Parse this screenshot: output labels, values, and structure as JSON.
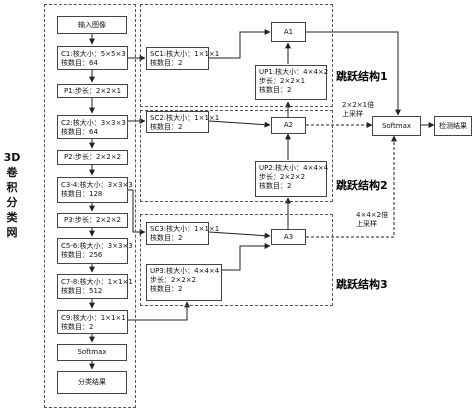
{
  "network": {
    "side_title": [
      "3D",
      "卷",
      "积",
      "分",
      "类",
      "网"
    ],
    "input": "输入图像",
    "c1": [
      "C1:核大小：5×5×3",
      "核数目：64"
    ],
    "p1": "P1:步长：2×2×1",
    "c2": [
      "C2:核大小：3×3×3",
      "核数目：64"
    ],
    "p2": "P2:步长：2×2×2",
    "c34": [
      "C3-4:核大小：3×3×3",
      "核数目：128"
    ],
    "p3": "P3:步长：2×2×2",
    "c56": [
      "C5-6:核大小：3×3×3",
      "核数目：256"
    ],
    "c78": [
      "C7-8:核大小：1×1×1",
      "核数目：512"
    ],
    "c9": [
      "C9:核大小：1×1×1",
      "核数目：2"
    ],
    "softmax": "Softmax",
    "result": "分类结果"
  },
  "skip": {
    "sc1": [
      "SC1:核大小：1×1×1",
      "核数目：2"
    ],
    "sc2": [
      "SC2:核大小：1×1×1",
      "核数目：2"
    ],
    "sc3": [
      "SC3:核大小：1×1×1",
      "核数目：2"
    ],
    "up1": [
      "UP1:核大小：4×4×2",
      "步长：2×2×1",
      "核数目：2"
    ],
    "up2": [
      "UP2:核大小：4×4×4",
      "步长：2×2×2",
      "核数目：2"
    ],
    "up3": [
      "UP3:核大小：4×4×4",
      "步长：2×2×2",
      "核数目：2"
    ],
    "a1": "A1",
    "a2": "A2",
    "a3": "A3",
    "structure1": "跳跃结构1",
    "structure2": "跳跃结构2",
    "structure3": "跳跃结构3",
    "upsample2": [
      "2×2×1倍",
      "上采样"
    ],
    "upsample4": [
      "4×4×2倍",
      "上采样"
    ],
    "softmax": "Softmax",
    "detect": "检测结果"
  }
}
